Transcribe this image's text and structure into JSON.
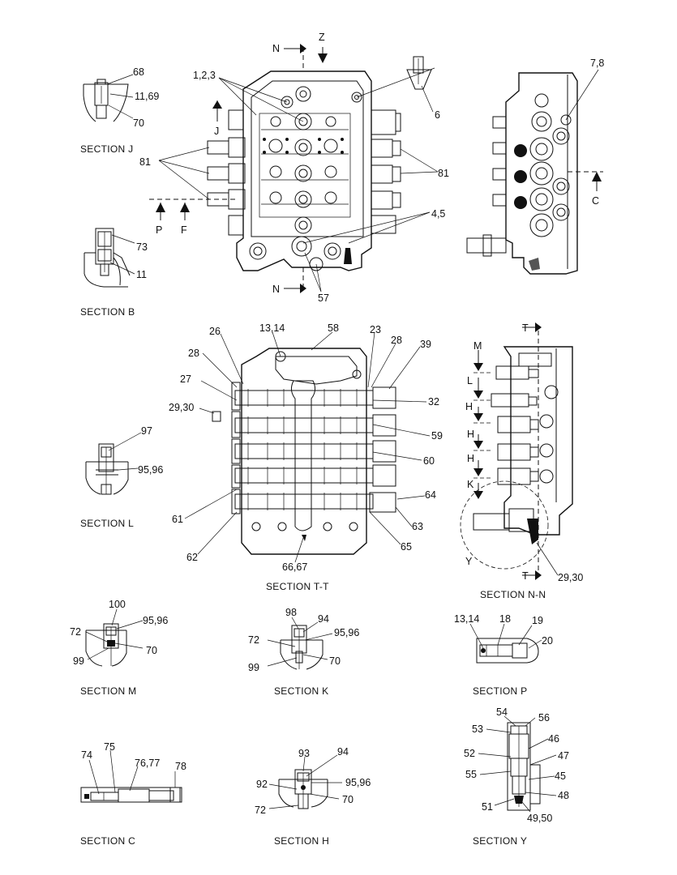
{
  "sections": {
    "j": "SECTION  J",
    "b": "SECTION  B",
    "l": "SECTION  L",
    "tt": "SECTION  T-T",
    "nn": "SECTION  N-N",
    "m": "SECTION  M",
    "k": "SECTION  K",
    "p": "SECTION  P",
    "c": "SECTION  C",
    "h": "SECTION  H",
    "y": "SECTION  Y"
  },
  "callouts": {
    "c68": "68",
    "c11_69": "11,69",
    "c70a": "70",
    "c1_2_3": "1,2,3",
    "c6": "6",
    "c7_8": "7,8",
    "c81a": "81",
    "c81b": "81",
    "c4_5": "4,5",
    "c57": "57",
    "c73": "73",
    "c11": "11",
    "c13_14a": "13,14",
    "c58": "58",
    "c23": "23",
    "c26": "26",
    "c28a": "28",
    "c28b": "28",
    "c39": "39",
    "c27": "27",
    "c32": "32",
    "c29_30a": "29,30",
    "c59": "59",
    "c60": "60",
    "c64": "64",
    "c63": "63",
    "c65": "65",
    "c61": "61",
    "c62": "62",
    "c66_67": "66,67",
    "c97": "97",
    "c95_96a": "95,96",
    "c29_30b": "29,30",
    "c100": "100",
    "c72a": "72",
    "c95_96b": "95,96",
    "c70b": "70",
    "c99a": "99",
    "c98": "98",
    "c94a": "94",
    "c72b": "72",
    "c95_96c": "95,96",
    "c99b": "99",
    "c70c": "70",
    "c13_14b": "13,14",
    "c18": "18",
    "c19": "19",
    "c20": "20",
    "c74": "74",
    "c75": "75",
    "c76_77": "76,77",
    "c78": "78",
    "c93": "93",
    "c94b": "94",
    "c92": "92",
    "c95_96d": "95,96",
    "c70d": "70",
    "c72c": "72",
    "c54": "54",
    "c56": "56",
    "c53": "53",
    "c46": "46",
    "c52": "52",
    "c47": "47",
    "c55": "55",
    "c45": "45",
    "c48": "48",
    "c51": "51",
    "c49_50": "49,50"
  },
  "markers": {
    "n_top": "N",
    "z": "Z",
    "j": "J",
    "p": "P",
    "f": "F",
    "n_bot": "N",
    "c": "C",
    "t_top": "T",
    "t_bot": "T",
    "m": "M",
    "l": "L",
    "h1": "H",
    "h2": "H",
    "h3": "H",
    "k": "K",
    "y": "Y"
  }
}
